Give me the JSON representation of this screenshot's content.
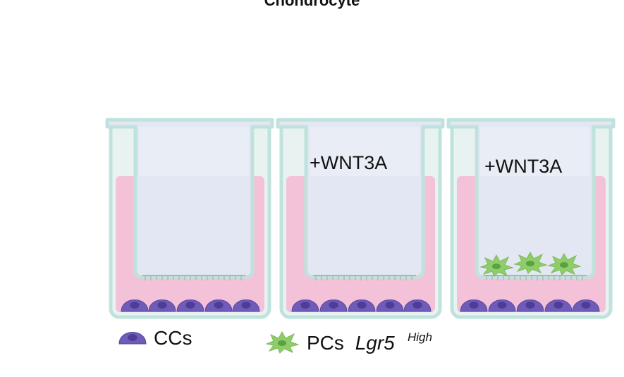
{
  "title": "Chondrocyte",
  "wells": [
    {
      "treatment": ""
    },
    {
      "treatment": "+WNT3A"
    },
    {
      "treatment": "+WNT3A"
    }
  ],
  "legend": {
    "cc_label": "CCs",
    "pc_label": "PCs",
    "pc_gene": "Lgr5",
    "pc_gene_sup": "High"
  },
  "colors": {
    "well_outline": "#bfe3dc",
    "well_fill": "#e8f3f1",
    "medium": "#f4c2d8",
    "insert_inner": "#e3e6f3",
    "cc_cell": "#6f5bb8",
    "cc_nucleus": "#4d3d97",
    "pc_cell": "#8fcd6a",
    "pc_nucleus": "#5aa23f"
  },
  "icons": [
    "cc-cell-icon",
    "pc-cell-icon"
  ]
}
